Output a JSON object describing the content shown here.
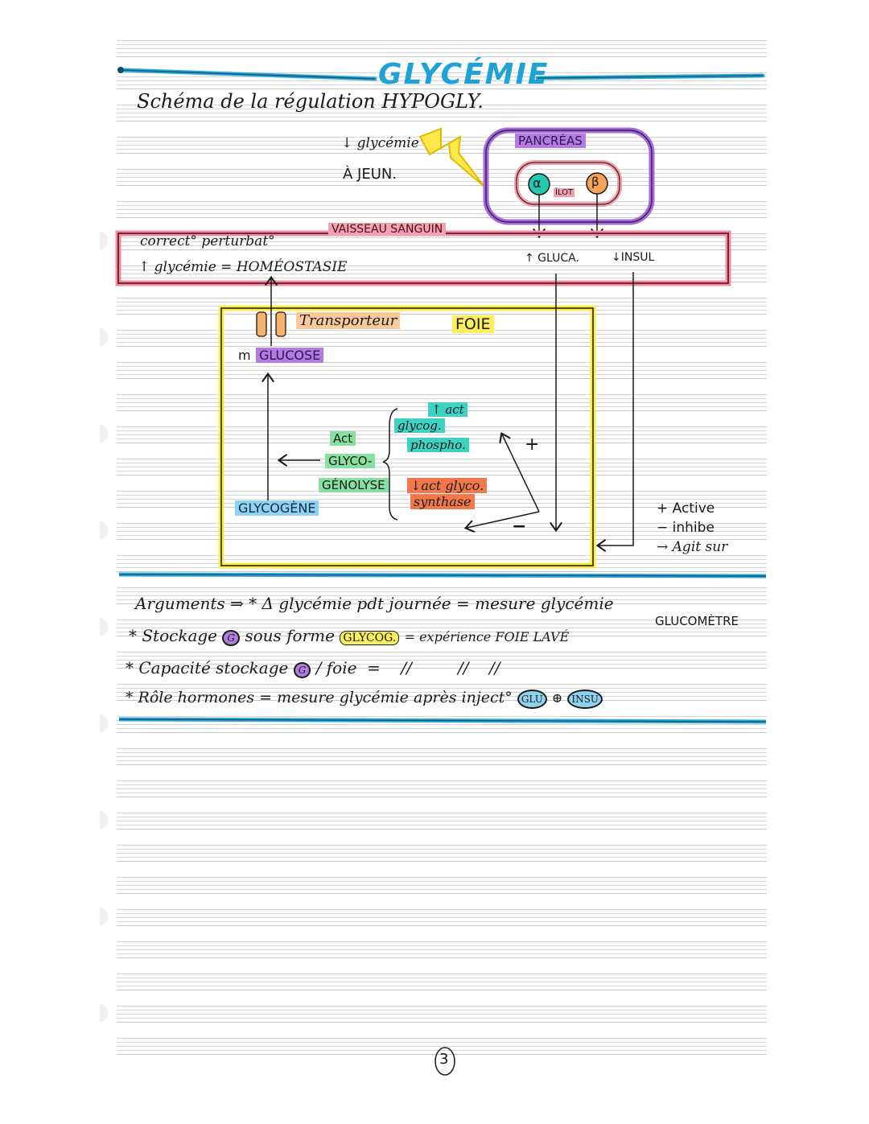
{
  "page": {
    "title": "GLYCÉMIE",
    "subtitle": "Schéma de la régulation HYPOGLY.",
    "page_number": "3"
  },
  "trigger": {
    "line1": "↓ glycémie",
    "line2": "À JEUN."
  },
  "pancreas": {
    "label": "PANCRÉAS",
    "islet_label": "ÎLOT",
    "alpha_cell": "α",
    "beta_cell": "β"
  },
  "vessel": {
    "label": "VAISSEAU SANGUIN",
    "line1": "correct° perturbat°",
    "line2": "↑ glycémie = HOMÉOSTASIE",
    "glucagon": "↑ GLUCA.",
    "insulin": "↓INSUL"
  },
  "liver": {
    "label": "FOIE",
    "transporter": "Transporteur",
    "glucose_prefix": "m",
    "glucose": "GLUCOSE",
    "glycogen": "GLYCOGÈNE",
    "act_label": "Act",
    "glycogenolysis_1": "GLYCO-",
    "glycogenolysis_2": "GÉNOLYSE",
    "phospho_1": "↑ act",
    "phospho_2": "glycog.",
    "phospho_3": "phospho.",
    "synthase_1": "↓act glyco.",
    "synthase_2": "synthase",
    "plus": "+",
    "minus": "−"
  },
  "legend": {
    "items": [
      {
        "symbol": "+",
        "label": "Active"
      },
      {
        "symbol": "−",
        "label": "inhibe"
      },
      {
        "symbol": "→",
        "label": "Agit sur"
      }
    ]
  },
  "arguments": {
    "line1_prefix": "Arguments ⇒ *",
    "line1_text": "Δ glycémie pdt journée = mesure glycémie",
    "line1_note": "GLUCOMÈTRE",
    "line2_prefix": "* Stockage",
    "line2_g": "G",
    "line2_mid": "sous forme",
    "line2_tag": "GLYCOG.",
    "line2_end": "= expérience FOIE LAVÉ",
    "line3_prefix": "* Capacité stockage",
    "line3_g": "G",
    "line3_end": "/ foie  =    //         //    //",
    "line4_text": "* Rôle hormones = mesure glycémie après inject°",
    "line4_tag1": "GLU",
    "line4_plus": "⊕",
    "line4_tag2": "INSU"
  },
  "colors": {
    "title_blue": "#1fa3d6",
    "vessel_red": "#c23b4f",
    "pancreas_purple": "#9b4fd0",
    "liver_yellow": "#f7e94a"
  }
}
